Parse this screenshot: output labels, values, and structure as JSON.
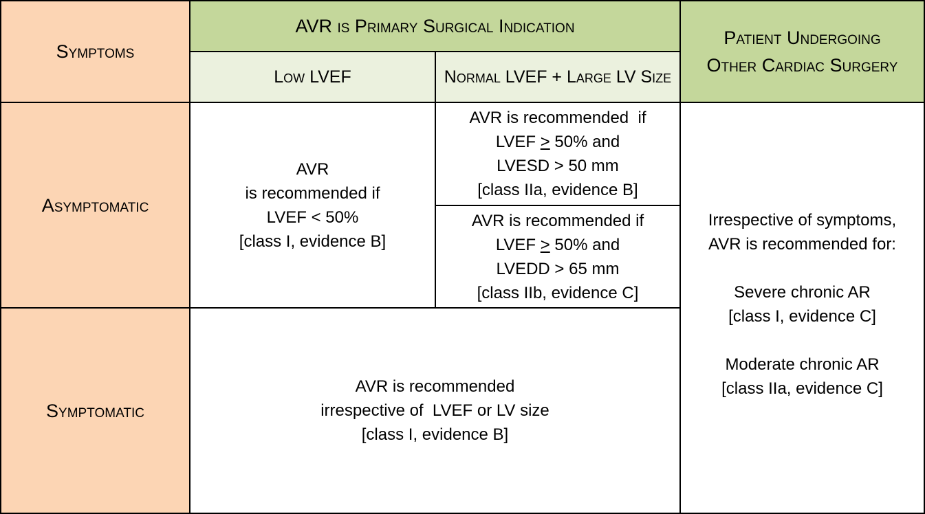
{
  "header": {
    "symptoms": "Symptoms",
    "avr_primary": "AVR is Primary Surgical Indication",
    "low_lvef": "Low LVEF",
    "normal_lvef": "Normal LVEF + Large LV Size",
    "other_surgery_line1": "Patient Undergoing",
    "other_surgery_line2": "Other Cardiac Surgery"
  },
  "rows": {
    "asymptomatic": "Asymptomatic",
    "symptomatic": "Symptomatic"
  },
  "cells": {
    "asym_low": [
      "AVR",
      "is recommended if",
      "LVEF < 50%",
      "[class I, evidence B]"
    ],
    "asym_normal_1": {
      "line1": "AVR is recommended  if",
      "line2_prefix": "LVEF ",
      "line2_symbol": ">",
      "line2_suffix": " 50% and",
      "line3": "LVESD > 50 mm",
      "line4": "[class IIa, evidence B]"
    },
    "asym_normal_2": {
      "line1": "AVR is recommended if",
      "line2_prefix": "LVEF ",
      "line2_symbol": ">",
      "line2_suffix": " 50% and",
      "line3": "LVEDD > 65 mm",
      "line4": "[class IIb, evidence C]"
    },
    "symptomatic": [
      "AVR is recommended",
      "irrespective of  LVEF or LV size",
      "[class I, evidence B]"
    ],
    "other_surgery": {
      "intro1": "Irrespective of symptoms,",
      "intro2": "AVR is recommended for:",
      "severe": "Severe chronic AR",
      "severe_class": "[class I, evidence C]",
      "moderate": "Moderate chronic AR",
      "moderate_class": "[class IIa, evidence C]"
    }
  },
  "colors": {
    "row_header": "#fcd5b4",
    "column_header": "#c4d79b",
    "subheader": "#ebf1de",
    "border": "#000000"
  }
}
